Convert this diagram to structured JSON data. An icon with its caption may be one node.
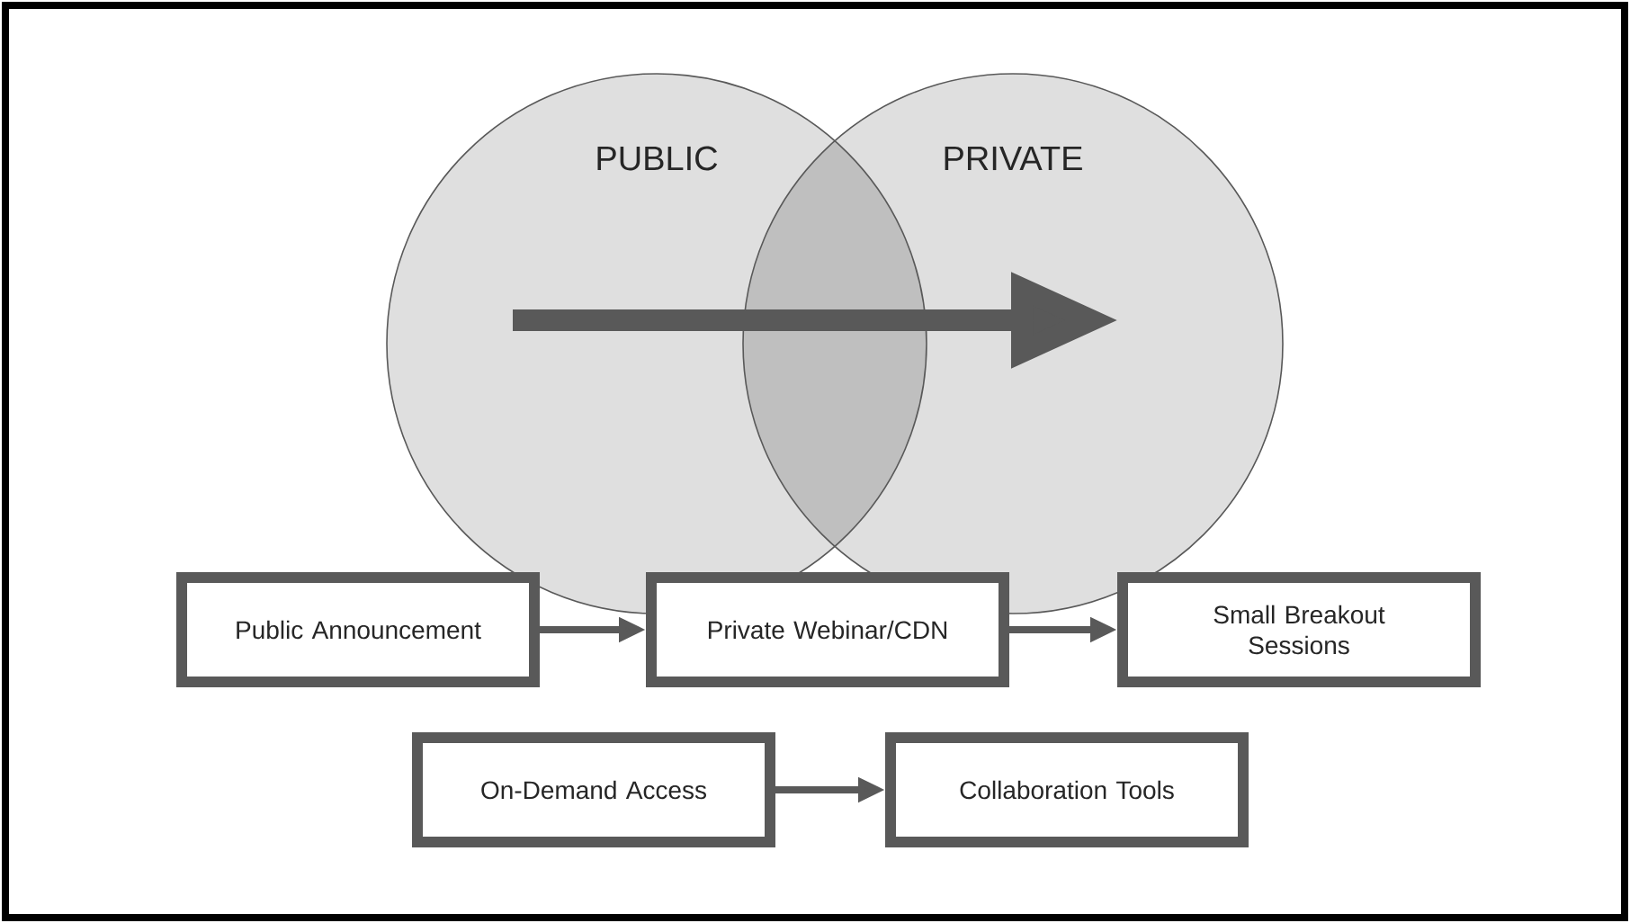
{
  "diagram": {
    "nodes": [
      {
        "text": [
          "PUBLIC"
        ]
      },
      {
        "text": [
          "PRIVATE"
        ]
      },
      {
        "text": [
          "Public Announcement"
        ]
      },
      {
        "text": [
          "Private Webinar/CDN"
        ]
      },
      {
        "text": [
          "Small Breakout Sessions"
        ]
      },
      {
        "text": [
          "On-Demand Access"
        ]
      },
      {
        "text": [
          "Collaboration Tools"
        ]
      }
    ],
    "edges": [
      {
        "from": 0,
        "to": 1,
        "arrow": "to",
        "style": "thick"
      },
      {
        "from": 2,
        "to": 3,
        "arrow": "to"
      },
      {
        "from": 3,
        "to": 4,
        "arrow": "to"
      },
      {
        "from": 5,
        "to": 6,
        "arrow": "to"
      }
    ]
  }
}
